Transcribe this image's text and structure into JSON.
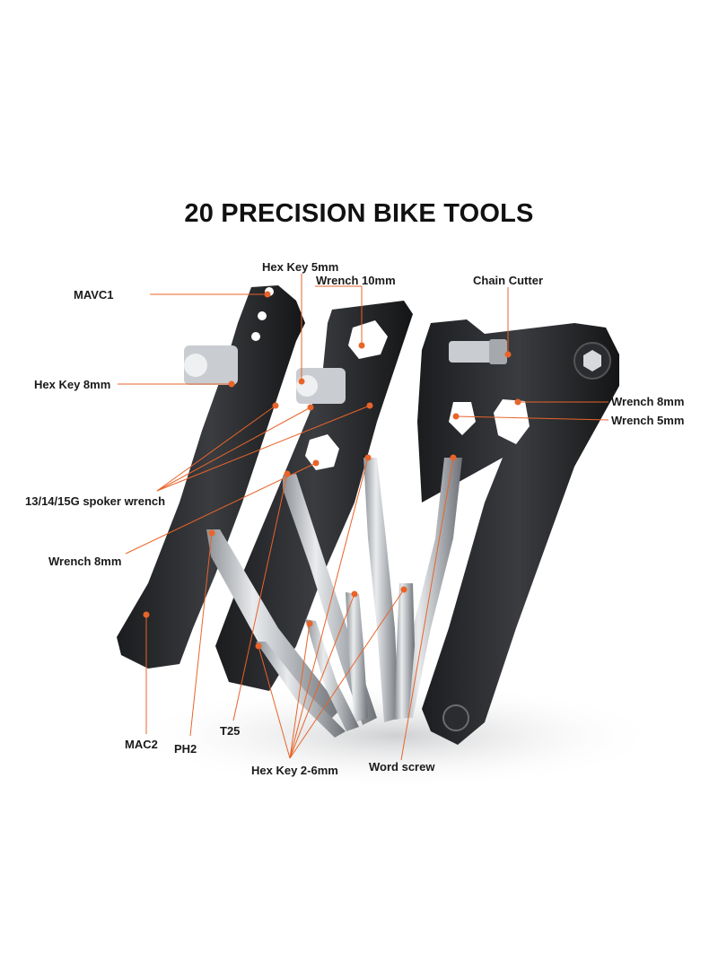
{
  "title": "20 PRECISION BIKE TOOLS",
  "accent_color": "#e8642a",
  "labels": {
    "mavc1": "MAVC1",
    "hex_key_5mm": "Hex Key 5mm",
    "wrench_10mm": "Wrench 10mm",
    "chain_cutter": "Chain Cutter",
    "hex_key_8mm": "Hex Key 8mm",
    "wrench_8mm_right": "Wrench 8mm",
    "wrench_5mm": "Wrench 5mm",
    "spoke_wrench": "13/14/15G spoker wrench",
    "wrench_8mm_left": "Wrench 8mm",
    "mac2": "MAC2",
    "ph2": "PH2",
    "t25": "T25",
    "hex_key_2_6mm": "Hex Key 2-6mm",
    "word_screw": "Word screw"
  }
}
